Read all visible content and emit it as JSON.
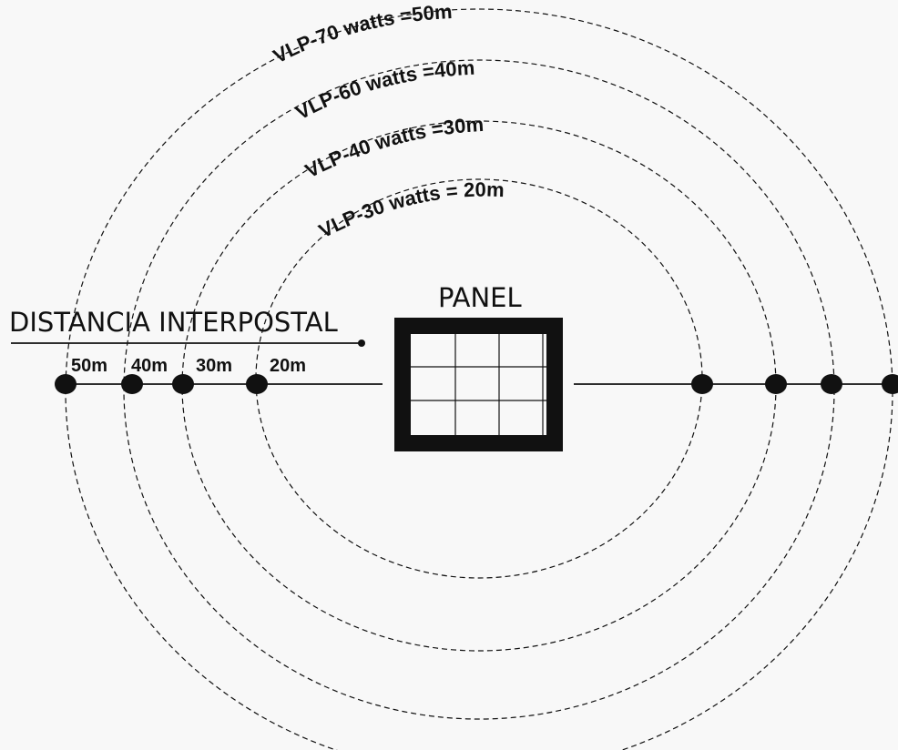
{
  "title": "DISTANCIA INTERPOSTAL",
  "panel_label": "PANEL",
  "rings": [
    {
      "label": "VLP-30 watts = 20m"
    },
    {
      "label": "VLP-40 watts =30m"
    },
    {
      "label": "VLP-60 watts =40m"
    },
    {
      "label": "VLP-70 watts =50m"
    }
  ],
  "distances": [
    "50m",
    "40m",
    "30m",
    "20m"
  ]
}
